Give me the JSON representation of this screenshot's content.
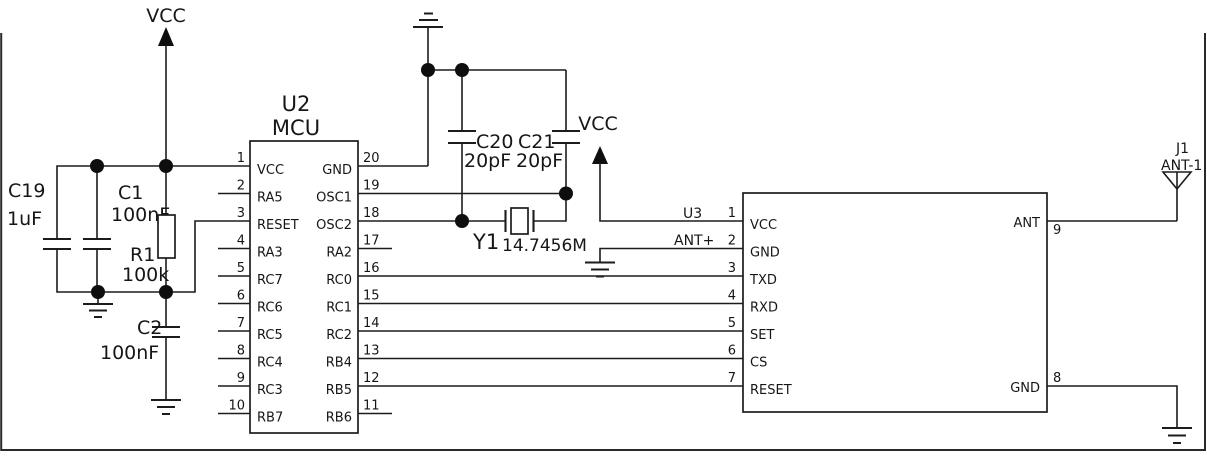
{
  "diagram": {
    "power_labels": {
      "vcc_top_left": "VCC",
      "vcc_module": "VCC"
    },
    "net_labels": {
      "ant_plus": "ANT+"
    },
    "mcu": {
      "ref": "U2",
      "name": "MCU",
      "left_pins": [
        {
          "num": "1",
          "name": "VCC"
        },
        {
          "num": "2",
          "name": "RA5"
        },
        {
          "num": "3",
          "name": "RESET"
        },
        {
          "num": "4",
          "name": "RA3"
        },
        {
          "num": "5",
          "name": "RC7"
        },
        {
          "num": "6",
          "name": "RC6"
        },
        {
          "num": "7",
          "name": "RC5"
        },
        {
          "num": "8",
          "name": "RC4"
        },
        {
          "num": "9",
          "name": "RC3"
        },
        {
          "num": "10",
          "name": "RB7"
        }
      ],
      "right_pins": [
        {
          "num": "20",
          "name": "GND"
        },
        {
          "num": "19",
          "name": "OSC1"
        },
        {
          "num": "18",
          "name": "OSC2"
        },
        {
          "num": "17",
          "name": "RA2"
        },
        {
          "num": "16",
          "name": "RC0"
        },
        {
          "num": "15",
          "name": "RC1"
        },
        {
          "num": "14",
          "name": "RC2"
        },
        {
          "num": "13",
          "name": "RB4"
        },
        {
          "num": "12",
          "name": "RB5"
        },
        {
          "num": "11",
          "name": "RB6"
        }
      ]
    },
    "rf_module": {
      "ref": "U3",
      "left_pins": [
        {
          "num": "1",
          "name": "VCC"
        },
        {
          "num": "2",
          "name": "GND"
        },
        {
          "num": "3",
          "name": "TXD"
        },
        {
          "num": "4",
          "name": "RXD"
        },
        {
          "num": "5",
          "name": "SET"
        },
        {
          "num": "6",
          "name": "CS"
        },
        {
          "num": "7",
          "name": "RESET"
        }
      ],
      "right_pins": [
        {
          "num": "9",
          "name": "ANT"
        },
        {
          "num": "8",
          "name": "GND"
        }
      ]
    },
    "components": {
      "c19": {
        "ref": "C19",
        "value": "1uF"
      },
      "c1": {
        "ref": "C1",
        "value": "100nF"
      },
      "r1": {
        "ref": "R1",
        "value": "100k"
      },
      "c2": {
        "ref": "C2",
        "value": "100nF"
      },
      "c20": {
        "ref": "C20",
        "value": "20pF"
      },
      "c21": {
        "ref": "C21",
        "value": "20pF"
      },
      "y1": {
        "ref": "Y1",
        "value": "14.7456M"
      }
    },
    "antenna": {
      "ref": "J1",
      "name": "ANT-1"
    }
  }
}
